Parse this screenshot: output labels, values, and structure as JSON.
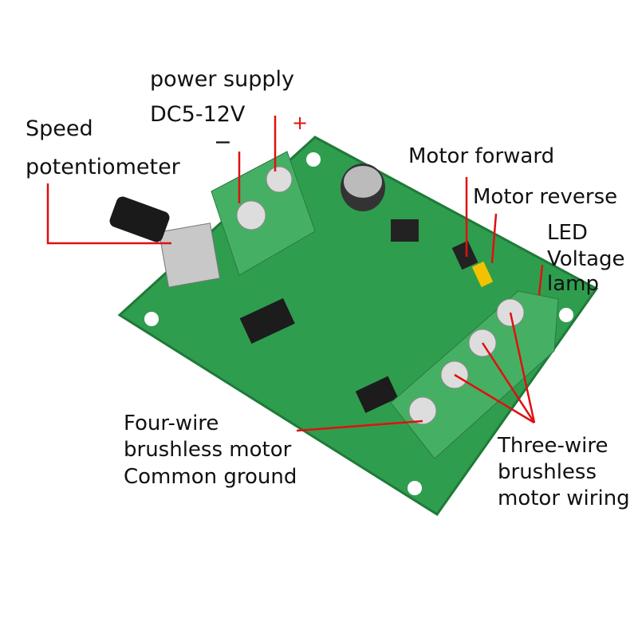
{
  "labels": {
    "power_supply": "power supply",
    "voltage": "DC5-12V",
    "plus": "+",
    "minus": "−",
    "speed_line1": "Speed",
    "speed_line2": "potentiometer",
    "motor_forward": "Motor forward",
    "motor_reverse": "Motor reverse",
    "led_line1": "LED",
    "led_line2": "Voltage",
    "led_line3": "lamp",
    "four_wire_line1": "Four-wire",
    "four_wire_line2": "brushless motor",
    "four_wire_line3": "Common ground",
    "three_wire_line1": "Three-wire",
    "three_wire_line2": "brushless",
    "three_wire_line3": "motor wiring"
  },
  "colors": {
    "board": "#2f9d4e",
    "terminal": "#45b064",
    "pointer": "#e01010"
  }
}
